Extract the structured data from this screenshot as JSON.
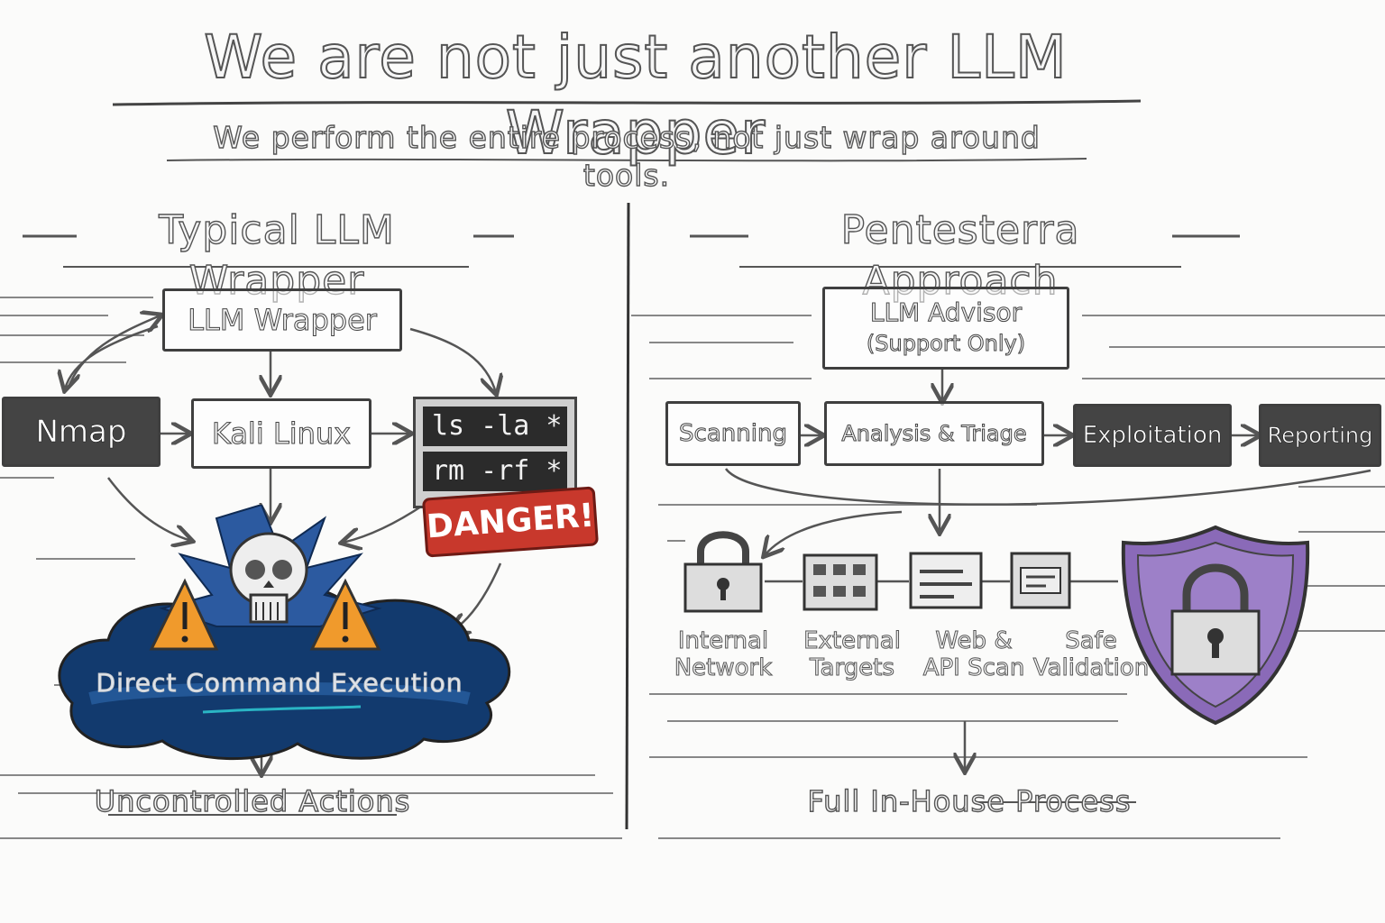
{
  "title": "We are not just another LLM Wrapper",
  "subtitle": "We perform the entire process, not just wrap around tools.",
  "left": {
    "heading": "Typical LLM Wrapper",
    "wrapper_box": "LLM Wrapper",
    "nmap": "Nmap",
    "kali": "Kali Linux",
    "terminal": [
      "ls -la *",
      "rm -rf *"
    ],
    "danger": "DANGER!",
    "cloud_label": "Direct Command Execution",
    "result": "Uncontrolled Actions"
  },
  "right": {
    "heading": "Pentesterra Approach",
    "advisor_line1": "LLM Advisor",
    "advisor_line2": "(Support Only)",
    "steps": [
      "Scanning",
      "Analysis & Triage",
      "Exploitation",
      "Reporting"
    ],
    "targets": [
      {
        "line1": "Internal",
        "line2": "Network"
      },
      {
        "line1": "External",
        "line2": "Targets"
      },
      {
        "line1": "Web &",
        "line2": "API Scan"
      },
      {
        "line1": "Safe",
        "line2": "Validation"
      }
    ],
    "result": "Full In-House Process"
  },
  "colors": {
    "ink": "#3f3f3f",
    "danger": "#c8382c",
    "warning": "#f09a2c",
    "explosion": "#1f4f8f",
    "shield": "#8a6ab8"
  },
  "icons": [
    "skull-icon",
    "warning-icon",
    "lock-icon",
    "shield-lock-icon",
    "server-icon",
    "grid-icon",
    "web-window-icon"
  ]
}
